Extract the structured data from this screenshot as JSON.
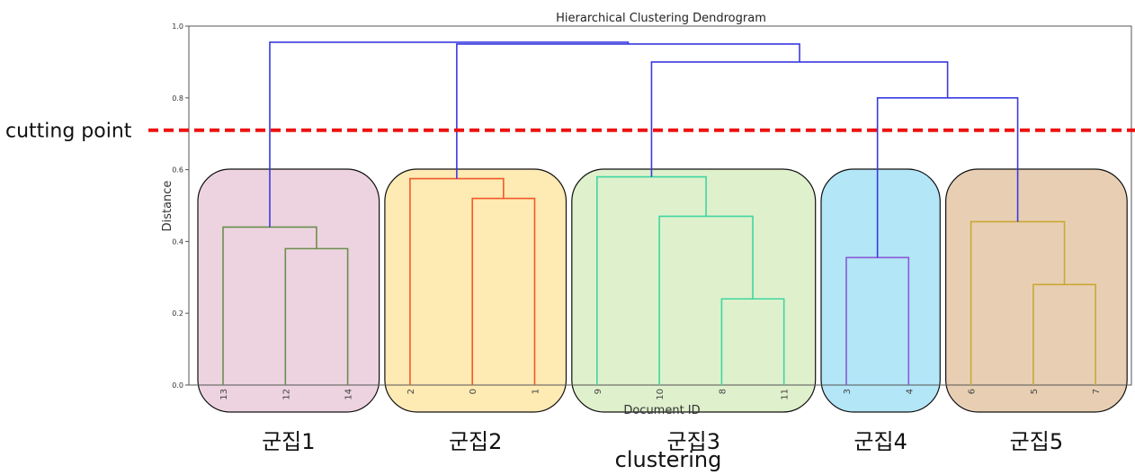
{
  "chart_data": {
    "type": "dendrogram",
    "title": "Hierarchical Clustering Dendrogram",
    "xlabel": "Document ID",
    "ylabel": "Distance",
    "ylim": [
      0,
      1.0
    ],
    "yticks": [
      "0.0",
      "0.2",
      "0.4",
      "0.6",
      "0.8",
      "1.0"
    ],
    "leaves": [
      "13",
      "12",
      "14",
      "2",
      "0",
      "1",
      "9",
      "10",
      "8",
      "11",
      "3",
      "4",
      "6",
      "5",
      "7"
    ],
    "cut": {
      "label": "cutting point",
      "height": 0.71,
      "color": "#ee1111"
    },
    "caption": "clustering",
    "links": [
      {
        "a": 1,
        "b": 2,
        "h": 0.38,
        "color": "#6b8e4e"
      },
      {
        "a": 0,
        "b": "n0",
        "h": 0.44,
        "color": "#6b8e4e"
      },
      {
        "a": 4,
        "b": 5,
        "h": 0.52,
        "color": "#f25a2a"
      },
      {
        "a": 3,
        "b": "n2",
        "h": 0.575,
        "color": "#f25a2a"
      },
      {
        "a": 8,
        "b": 9,
        "h": 0.24,
        "color": "#3fd6a0"
      },
      {
        "a": 7,
        "b": "n4",
        "h": 0.47,
        "color": "#3fd6a0"
      },
      {
        "a": 6,
        "b": "n5",
        "h": 0.58,
        "color": "#3fd6a0"
      },
      {
        "a": 10,
        "b": 11,
        "h": 0.355,
        "color": "#8a5ad6"
      },
      {
        "a": 13,
        "b": 14,
        "h": 0.28,
        "color": "#c8a832"
      },
      {
        "a": 12,
        "b": "n8",
        "h": 0.455,
        "color": "#c8a832"
      },
      {
        "a": "n7",
        "b": "n9",
        "h": 0.8,
        "color": "#3a3ae0"
      },
      {
        "a": "n6",
        "b": "n10",
        "h": 0.9,
        "color": "#3a3ae0"
      },
      {
        "a": "n3",
        "b": "n11",
        "h": 0.95,
        "color": "#3a3ae0"
      },
      {
        "a": "n1",
        "b": "n12",
        "h": 0.955,
        "color": "#3a3ae0"
      }
    ],
    "clusters": [
      {
        "label": "군집1",
        "from": 0,
        "to": 2,
        "color": "#edd3e0"
      },
      {
        "label": "군집2",
        "from": 3,
        "to": 5,
        "color": "#feeab3"
      },
      {
        "label": "군집3",
        "from": 6,
        "to": 9,
        "color": "#dff0cc"
      },
      {
        "label": "군집4",
        "from": 10,
        "to": 11,
        "color": "#b3e6f7"
      },
      {
        "label": "군집5",
        "from": 12,
        "to": 14,
        "color": "#e8cfb4"
      }
    ]
  }
}
